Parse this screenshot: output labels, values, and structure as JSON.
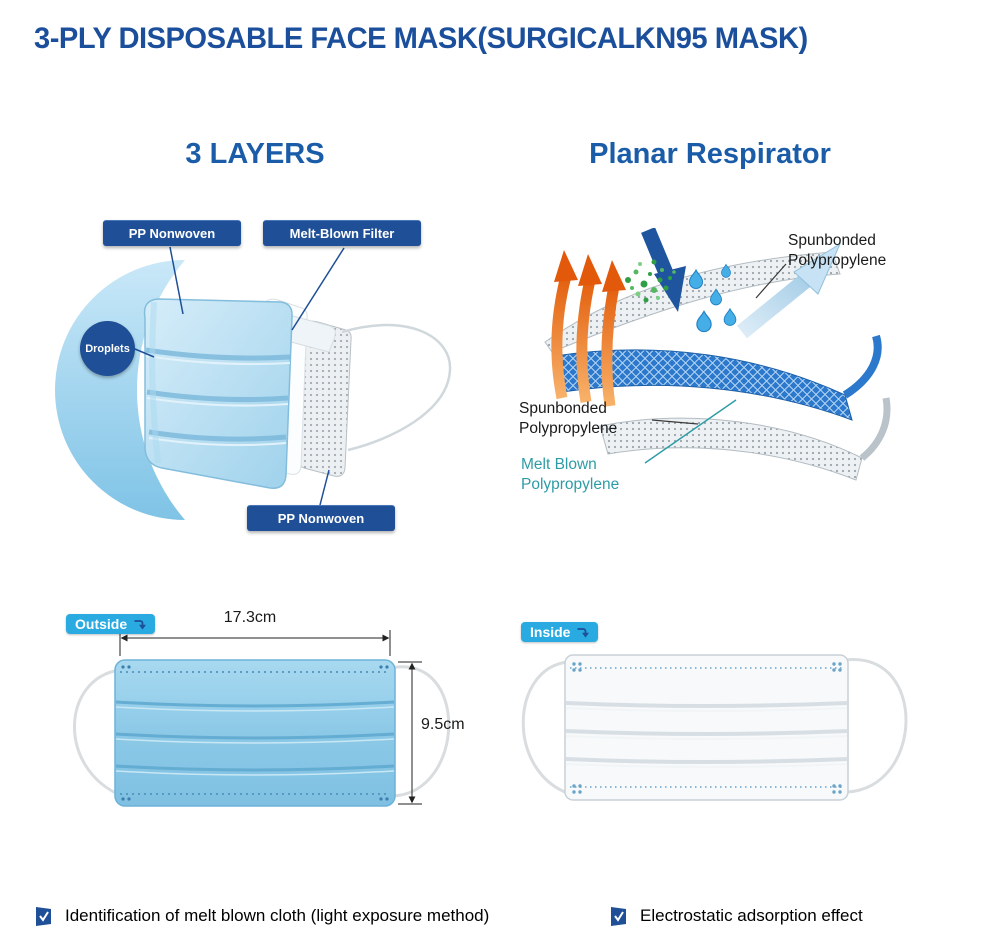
{
  "title": "3-PLY DISPOSABLE FACE MASK(SURGICALKN95 MASK)",
  "layers_section": {
    "heading": "3 LAYERS",
    "labels": {
      "pp_top": "PP Nonwoven",
      "melt_blown": "Melt-Blown Filter",
      "droplets": "Droplets",
      "pp_bottom": "PP Nonwoven"
    }
  },
  "respirator_section": {
    "heading": "Planar Respirator",
    "labels": {
      "spunbonded_top": "Spunbonded\nPolypropylene",
      "spunbonded_left": "Spunbonded\nPolypropylene",
      "melt_blown": "Melt Blown\nPolypropylene"
    }
  },
  "outside_view": {
    "badge": "Outside",
    "width_label": "17.3cm",
    "height_label": "9.5cm"
  },
  "inside_view": {
    "badge": "Inside"
  },
  "footnotes": {
    "left": "Identification of melt blown cloth  (light exposure method)",
    "right": "Electrostatic adsorption effect"
  },
  "icons": {
    "badge_arrow": "turn-down-arrow-icon",
    "footnote_marker": "check-flag-icon"
  },
  "colors": {
    "title_blue": "#1b4f9c",
    "heading_blue": "#1a5ca8",
    "label_navy": "#1e4f97",
    "badge_cyan": "#29abe2",
    "teal": "#2e9ca6",
    "mask_blue": "#8ecbe8",
    "orange": "#e2590b",
    "mesh_blue": "#2b78cc"
  }
}
